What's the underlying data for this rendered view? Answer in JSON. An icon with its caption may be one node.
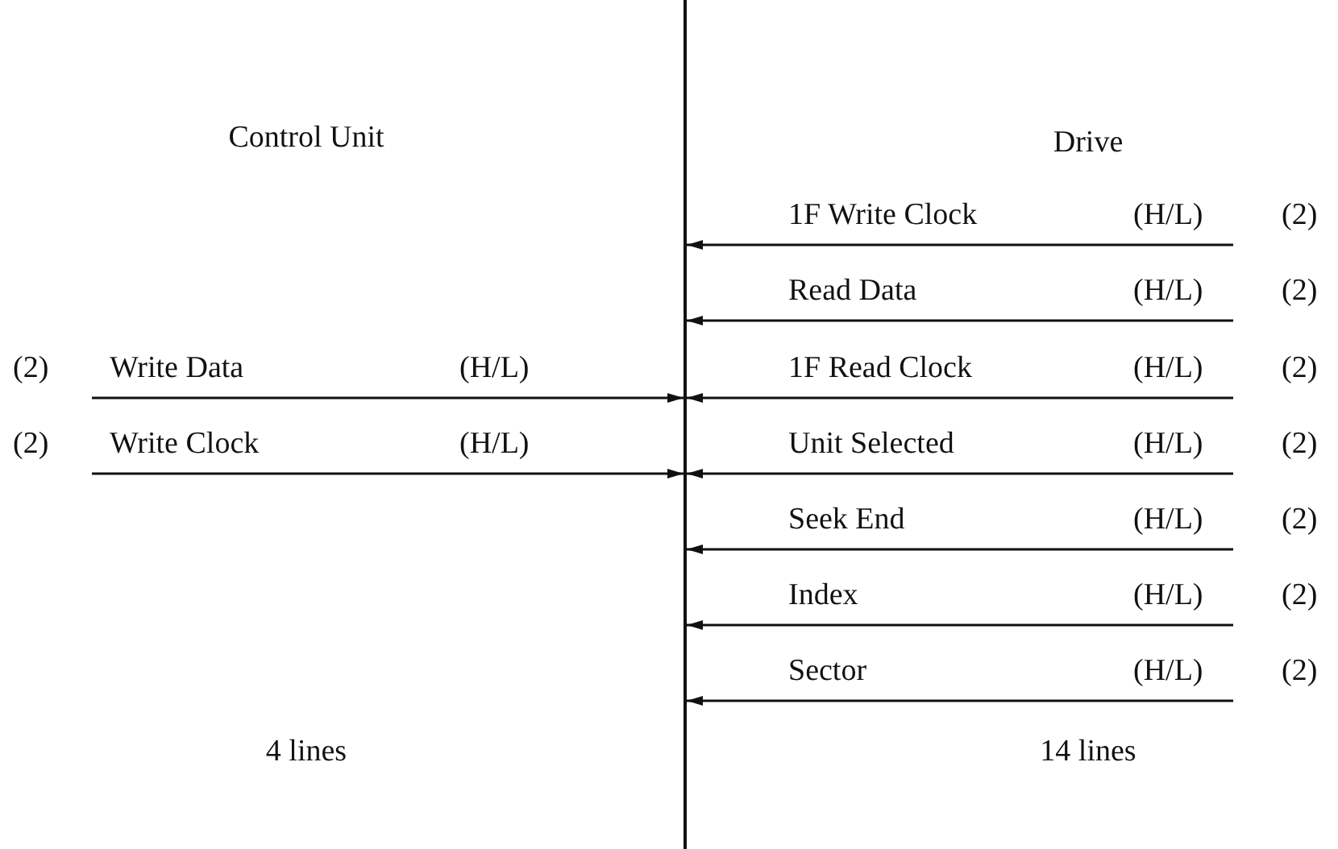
{
  "diagram": {
    "nodes": [
      {
        "text": [
          "Control Unit"
        ]
      },
      {
        "text": [
          "Drive"
        ]
      },
      {
        "text": [],
        "shape": "bar"
      }
    ],
    "edges": [
      {
        "from": null,
        "to": 2,
        "arrow": "to",
        "label": "1F Write Clock"
      },
      {
        "from": null,
        "to": 2,
        "arrow": "to",
        "label": "Read Data"
      },
      {
        "from": null,
        "to": 2,
        "arrow": "to",
        "label": "Write Data"
      },
      {
        "from": null,
        "to": 2,
        "arrow": "to",
        "label": "1F Read Clock"
      },
      {
        "from": null,
        "to": 2,
        "arrow": "to",
        "label": "Write Clock"
      },
      {
        "from": null,
        "to": 2,
        "arrow": "to",
        "label": "Unit Selected"
      },
      {
        "from": null,
        "to": 2,
        "arrow": "to",
        "label": "Seek End"
      },
      {
        "from": null,
        "to": 2,
        "arrow": "to",
        "label": "Index"
      },
      {
        "from": null,
        "to": 2,
        "arrow": "to",
        "label": "Sector"
      }
    ],
    "labels": [
      "(H/L)",
      "(2)",
      "(H/L)",
      "(2)",
      "(2)",
      "(H/L)",
      "(H/L)",
      "(2)",
      "(2)",
      "(H/L)",
      "(H/L)",
      "(2)",
      "(H/L)",
      "(2)",
      "(H/L)",
      "(2)",
      "(H/L)",
      "(2)",
      "4 lines",
      "14 lines"
    ]
  }
}
